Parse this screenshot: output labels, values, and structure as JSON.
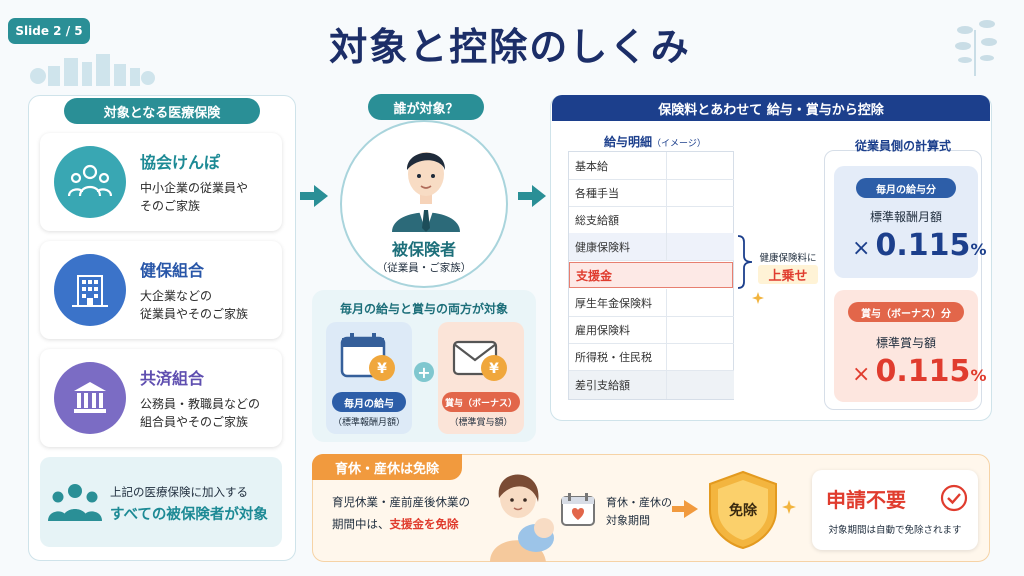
{
  "slide_badge": "Slide 2 / 5",
  "title": "対象と控除のしくみ",
  "left": {
    "header": "対象となる医療保険",
    "items": [
      {
        "name": "協会けんぽ",
        "desc": "中小企業の従業員や\nそのご家族"
      },
      {
        "name": "健保組合",
        "desc": "大企業などの\n従業員やそのご家族"
      },
      {
        "name": "共済組合",
        "desc": "公務員・教職員などの\n組合員やそのご家族"
      }
    ],
    "footer_line1": "上記の医療保険に加入する",
    "footer_line2": "すべての被保険者が対象"
  },
  "middle": {
    "header": "誰が対象？",
    "person_title": "被保険者",
    "person_sub": "（従業員・ご家族）",
    "both_title": "毎月の給与と賞与の両方が対象",
    "monthly_label": "毎月の給与",
    "monthly_sub": "（標準報酬月額）",
    "bonus_label": "賞与（ボーナス）",
    "bonus_sub": "（標準賞与額）",
    "plus": "+"
  },
  "right": {
    "header": "保険料とあわせて 給与・賞与から控除",
    "payslip_title": "給与明細",
    "payslip_note": "（イメージ）",
    "payslip_rows": [
      "基本給",
      "各種手当",
      "総支給額",
      "健康保険料",
      "支援金",
      "厚生年金保険料",
      "雇用保険料",
      "所得税・住民税",
      "差引支給額"
    ],
    "bracket_line1": "健康保険料に",
    "bracket_line2": "上乗せ",
    "formula_title": "従業員側の計算式",
    "monthly_tag": "毎月の給与分",
    "monthly_base": "標準報酬月額",
    "bonus_tag": "賞与（ボーナス）分",
    "bonus_base": "標準賞与額",
    "times": "×",
    "rate": "0.115",
    "percent": "%"
  },
  "bottom": {
    "header": "育休・産休は免除",
    "text_line1": "育児休業・産前産後休業の",
    "text_line2_a": "期間中は、",
    "text_line2_b": "支援金を免除",
    "period_line1": "育休・産休の",
    "period_line2": "対象期間",
    "shield_label": "免除",
    "no_apply": "申請不要",
    "no_apply_note": "対象期間は自動で免除されます"
  },
  "colors": {
    "teal": "#2a8f96",
    "navy": "#1c2e68",
    "blue": "#1f4fa0",
    "orange": "#f19a3e",
    "red": "#e03c2e"
  }
}
